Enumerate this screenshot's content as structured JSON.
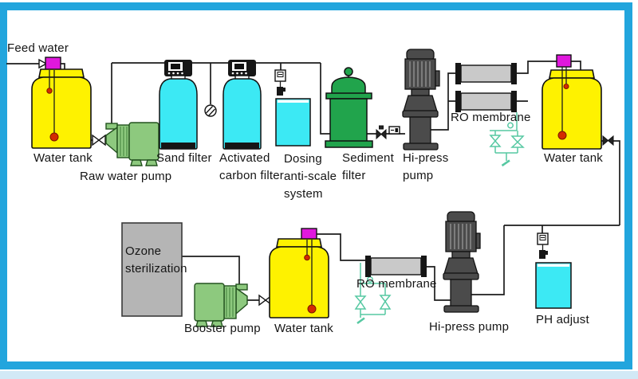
{
  "labels": {
    "feed_water": "Feed water",
    "water_tank_top_left": "Water tank",
    "raw_water_pump": "Raw water pump",
    "sand_filter": "Sand filter",
    "activated_carbon_filter": "Activated\ncarbon filter",
    "dosing_system": "Dosing\nanti-scale\nsystem",
    "sediment_filter": "Sediment\nfilter",
    "hi_press_pump_top": "Hi-press\npump",
    "ro_membrane_top": "RO membrane",
    "water_tank_top_right": "Water tank",
    "ozone_sterilization": "Ozone\nsterilization",
    "booster_pump": "Booster pump",
    "water_tank_bottom": "Water tank",
    "ro_membrane_bottom": "RO membrane",
    "hi_press_pump_bottom": "Hi-press pump",
    "ph_adjust": "PH adjust"
  },
  "colors": {
    "frame_blue": "#22a5dd",
    "outer_strip_blue": "#d2e9f6",
    "tank_yellow": "#fef200",
    "filter_cyan": "#3ce9f4",
    "pump_green": "#8dc97e",
    "sediment_green": "#21a44c",
    "dark_pump": "#4b4b4b",
    "membrane_gray": "#c9c9c9",
    "ozone_gray": "#b5b5b5",
    "float_box_magenta": "#e018dd",
    "float_red": "#d42b00",
    "valve_teal": "#56c8a2",
    "pipe_black": "#1c1c1c"
  }
}
